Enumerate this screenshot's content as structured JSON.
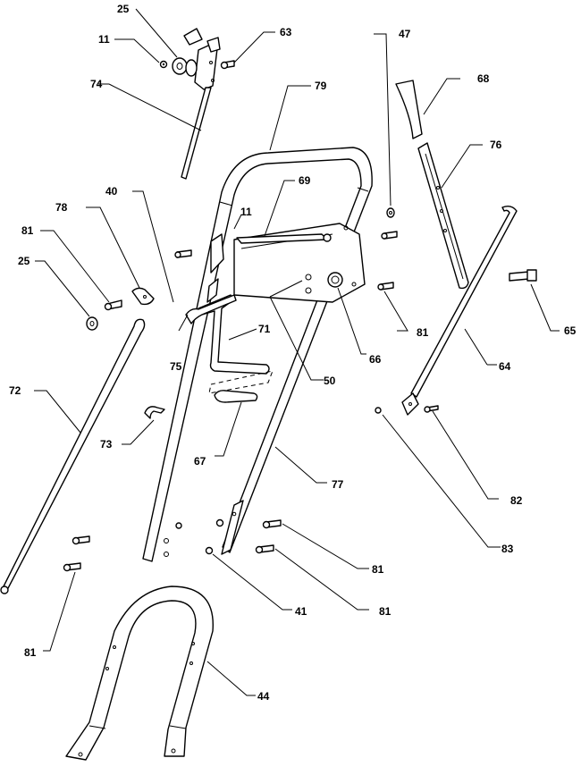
{
  "callouts": {
    "p25a": "25",
    "p11a": "11",
    "p63": "63",
    "p47": "47",
    "p74": "74",
    "p79": "79",
    "p68": "68",
    "p76": "76",
    "p40": "40",
    "p69": "69",
    "p11b": "11",
    "p78": "78",
    "p81a": "81",
    "p25b": "25",
    "p65": "65",
    "p71": "71",
    "p81b": "81",
    "p75": "75",
    "p50": "50",
    "p66": "66",
    "p64": "64",
    "p72": "72",
    "p73": "73",
    "p67": "67",
    "p77": "77",
    "p82": "82",
    "p83": "83",
    "p81c": "81",
    "p41": "41",
    "p81d": "81",
    "p81e": "81",
    "p44": "44"
  },
  "colors": {
    "line": "#000000",
    "background": "#ffffff"
  }
}
